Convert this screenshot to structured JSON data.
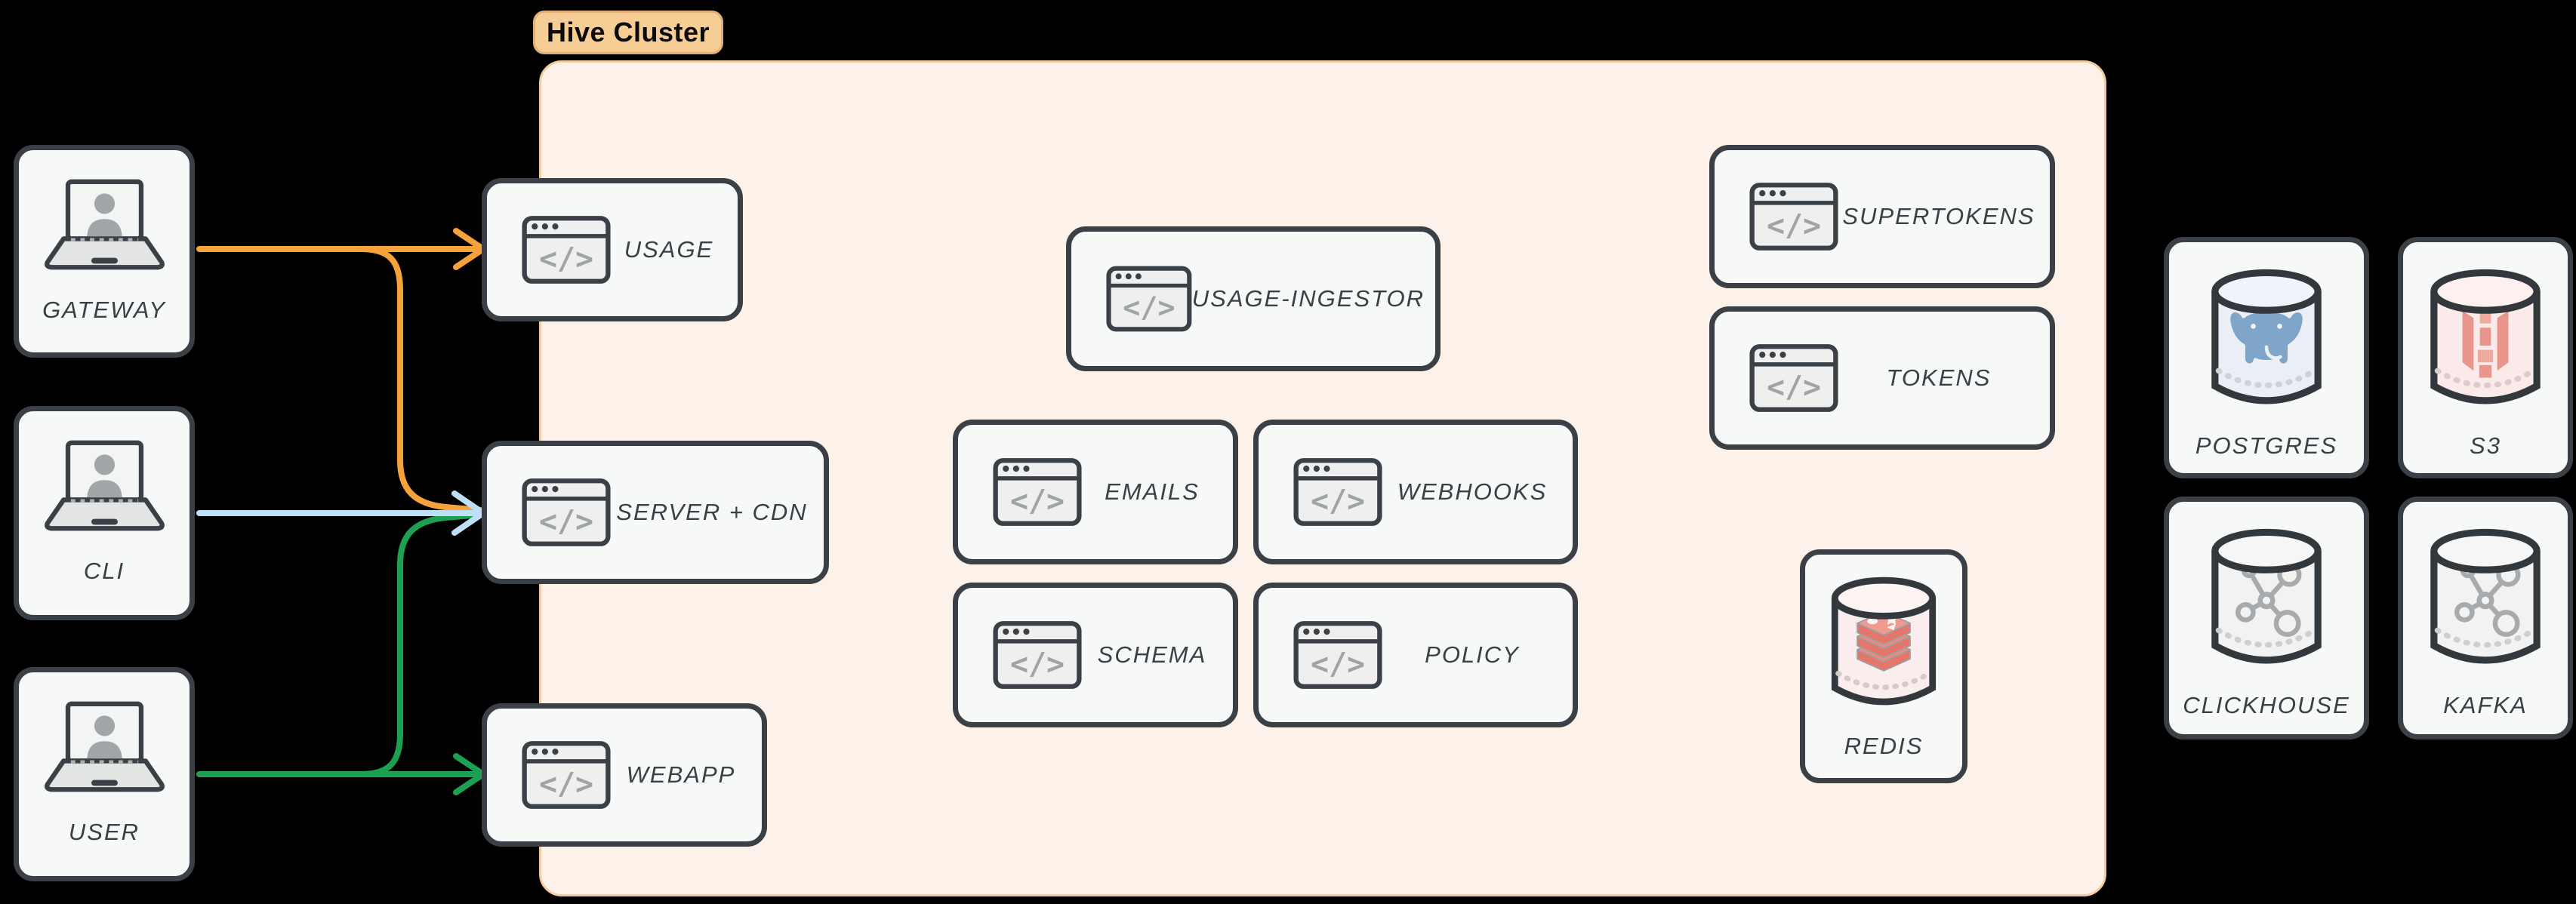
{
  "cluster": {
    "label": "Hive Cluster",
    "services": [
      {
        "id": "usage",
        "label": "USAGE"
      },
      {
        "id": "server-cdn",
        "label": "SERVER + CDN"
      },
      {
        "id": "webapp",
        "label": "WEBAPP"
      },
      {
        "id": "usage-ingestor",
        "label": "USAGE-INGESTOR"
      },
      {
        "id": "emails",
        "label": "EMAILS"
      },
      {
        "id": "webhooks",
        "label": "WEBHOOKS"
      },
      {
        "id": "schema",
        "label": "SCHEMA"
      },
      {
        "id": "policy",
        "label": "POLICY"
      },
      {
        "id": "supertokens",
        "label": "SUPERTOKENS"
      },
      {
        "id": "tokens",
        "label": "TOKENS"
      },
      {
        "id": "redis",
        "label": "REDIS"
      }
    ]
  },
  "actors": [
    {
      "id": "gateway",
      "label": "GATEWAY"
    },
    {
      "id": "cli",
      "label": "CLI"
    },
    {
      "id": "user",
      "label": "USER"
    }
  ],
  "stores": [
    {
      "id": "postgres",
      "label": "POSTGRES"
    },
    {
      "id": "s3",
      "label": "S3"
    },
    {
      "id": "clickhouse",
      "label": "CLICKHOUSE"
    },
    {
      "id": "kafka",
      "label": "KAFKA"
    }
  ],
  "icons": {
    "code_glyph": "</>",
    "names": [
      "laptop-user-icon",
      "browser-code-window-icon",
      "database-cylinder-icon",
      "postgresql-elephant-logo",
      "s3-bucket-logo",
      "redis-stack-logo",
      "molecule-cluster-logo"
    ]
  },
  "colors": {
    "background": "#000000",
    "node_fill": "#F7F8F8",
    "node_border": "#3A4045",
    "label_text": "#3A4045",
    "cluster_fill": "#FCF2E9",
    "cluster_border": "#F2CBA0",
    "pill_fill": "#F7CD96",
    "pill_border": "#E2AE73",
    "arrow_orange": "#F6A23B",
    "arrow_blue": "#BFDFF6",
    "arrow_green": "#1CA152",
    "postgres_tint": "#EAEEF7",
    "s3_tint": "#FAEBEA",
    "redis_tint": "#FAEDED",
    "gray_tint": "#F2F2F2"
  },
  "edges": [
    {
      "from": "GATEWAY",
      "to": "USAGE",
      "color": "#F6A23B"
    },
    {
      "from": "GATEWAY",
      "to": "SERVER + CDN",
      "color": "#F6A23B"
    },
    {
      "from": "CLI",
      "to": "SERVER + CDN",
      "color": "#BFDFF6"
    },
    {
      "from": "USER",
      "to": "SERVER + CDN",
      "color": "#1CA152"
    },
    {
      "from": "USER",
      "to": "WEBAPP",
      "color": "#1CA152"
    }
  ]
}
